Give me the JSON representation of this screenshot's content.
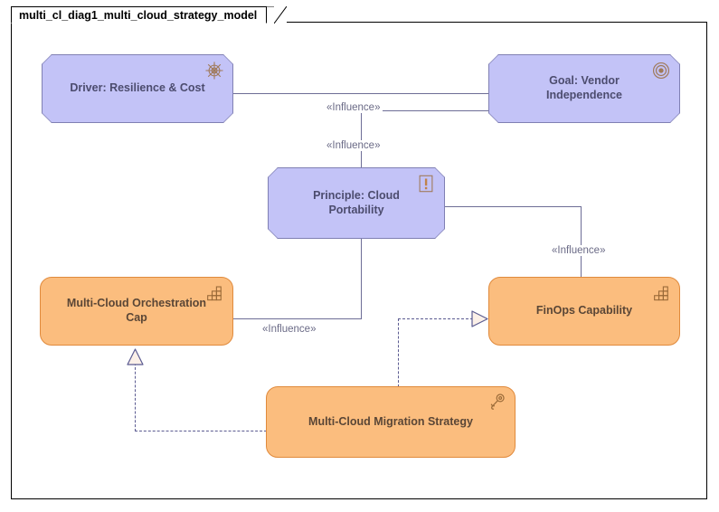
{
  "window": {
    "title_tab": "multi_cl_diag1_multi_cloud_strategy_model"
  },
  "colors": {
    "motivation_fill": "#c3c3f7",
    "motivation_border": "#8080b3",
    "strategy_fill": "#fbbd7e",
    "strategy_border": "#e08a3c",
    "connector": "#6d6d96",
    "label_text": "#6a6a86",
    "frame_border": "#000000"
  },
  "nodes": [
    {
      "id": "driver",
      "label": "Driver: Resilience & Cost",
      "type": "motivation",
      "shape": "octagon",
      "icon": "ships-wheel-icon"
    },
    {
      "id": "goal",
      "label": "Goal: Vendor Independence",
      "type": "motivation",
      "shape": "octagon",
      "icon": "target-circles-icon"
    },
    {
      "id": "principle",
      "label": "Principle: Cloud Portability",
      "type": "motivation",
      "shape": "octagon",
      "icon": "exclamation-box-icon"
    },
    {
      "id": "orchestration",
      "label": "Multi-Cloud Orchestration Cap",
      "type": "strategy",
      "shape": "rounded-rect",
      "icon": "capability-blocks-icon"
    },
    {
      "id": "finops",
      "label": "FinOps Capability",
      "type": "strategy",
      "shape": "rounded-rect",
      "icon": "capability-blocks-icon"
    },
    {
      "id": "migration",
      "label": "Multi-Cloud Migration Strategy",
      "type": "strategy",
      "shape": "rounded-rect",
      "icon": "course-of-action-icon"
    }
  ],
  "connectors": [
    {
      "id": "driver-goal",
      "from": "driver",
      "to": "goal",
      "style": "solid",
      "label": "",
      "arrow": "none"
    },
    {
      "id": "principle-goal",
      "from": "principle",
      "to": "goal",
      "style": "solid",
      "label": "«Influence»",
      "arrow": "none"
    },
    {
      "id": "principle-driver",
      "from": "principle",
      "to": "driver",
      "style": "solid",
      "label": "«Influence»",
      "arrow": "none"
    },
    {
      "id": "principle-finops",
      "from": "principle",
      "to": "finops",
      "style": "solid",
      "label": "«Influence»",
      "arrow": "none"
    },
    {
      "id": "principle-orchestration",
      "from": "principle",
      "to": "orchestration",
      "style": "solid",
      "label": "«Influence»",
      "arrow": "none"
    },
    {
      "id": "migration-finops",
      "from": "migration",
      "to": "finops",
      "style": "dashed",
      "label": "",
      "arrow": "hollow-triangle"
    },
    {
      "id": "migration-orchestration",
      "from": "migration",
      "to": "orchestration",
      "style": "dashed",
      "label": "",
      "arrow": "hollow-triangle"
    }
  ],
  "edge_labels": {
    "influence_top_right": "«Influence»",
    "influence_top_mid": "«Influence»",
    "influence_right": "«Influence»",
    "influence_bottom_left": "«Influence»"
  }
}
